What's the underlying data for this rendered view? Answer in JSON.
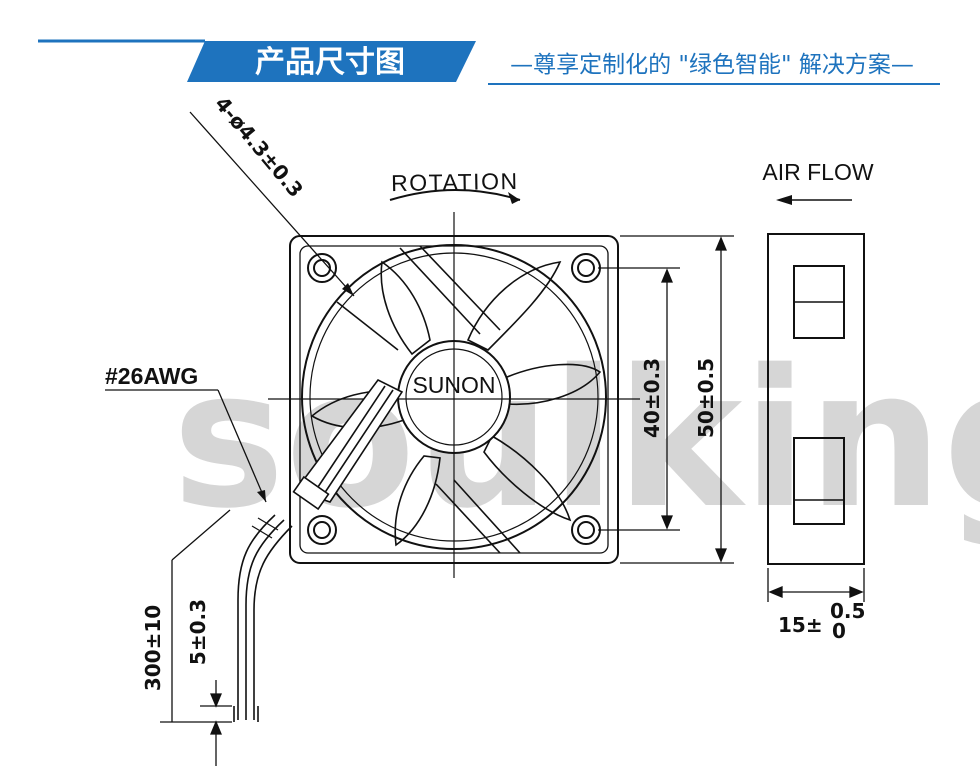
{
  "banner": {
    "title": "产品尺寸图",
    "slogan": "—尊享定制化的 \"绿色智能\" 解决方案—",
    "accent_color": "#1e73be"
  },
  "watermark": "soulking",
  "labels": {
    "hole_spec": "4-ø4.3±0.3",
    "rotation": "ROTATION",
    "air_flow": "AIR FLOW",
    "brand": "SUNON",
    "wire_gauge": "#26AWG",
    "hole_pitch": "40±0.3",
    "frame_size": "50±0.5",
    "lead_length": "300±10",
    "strip_length": "5±0.3",
    "thickness_base": "15±",
    "thickness_upper": "0.5",
    "thickness_lower": "0"
  }
}
